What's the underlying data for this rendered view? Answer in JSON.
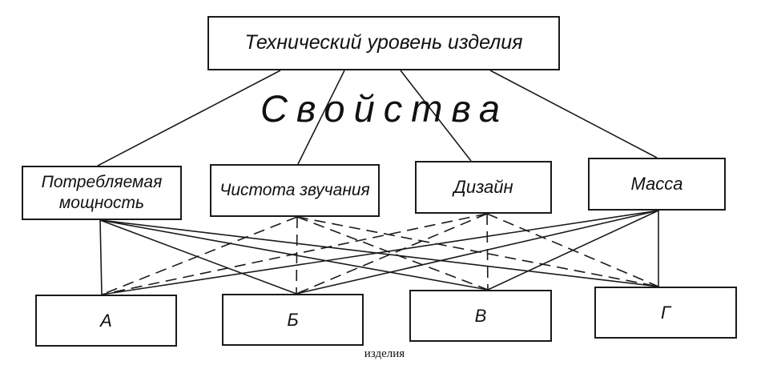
{
  "diagram": {
    "top": {
      "label": "Технический уровень изделия"
    },
    "center_label": "Свойства",
    "properties": [
      {
        "id": "power",
        "label": "Потребляемая мощность"
      },
      {
        "id": "purity",
        "label": "Чистота звучания"
      },
      {
        "id": "design",
        "label": "Дизайн"
      },
      {
        "id": "mass",
        "label": "Масса"
      }
    ],
    "products": [
      {
        "id": "a",
        "label": "А"
      },
      {
        "id": "b",
        "label": "Б"
      },
      {
        "id": "v",
        "label": "В"
      },
      {
        "id": "g",
        "label": "Г"
      }
    ],
    "caption": "изделия",
    "line_styles": {
      "power": "solid",
      "purity": "dashed",
      "design": "dashed",
      "mass": "solid"
    },
    "line_color": "#1a1a1a"
  }
}
